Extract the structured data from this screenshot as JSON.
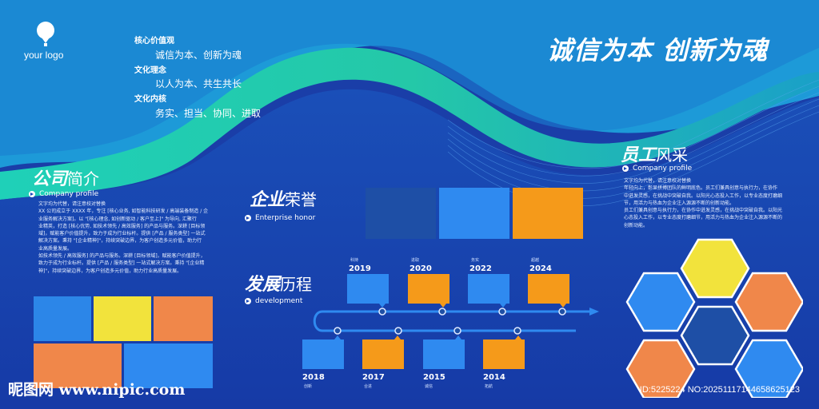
{
  "logo": {
    "text": "your logo"
  },
  "values": [
    {
      "heading": "核心价值观",
      "text": "诚信为本、创新为魂"
    },
    {
      "heading": "文化理念",
      "text": "以人为本、共生共长"
    },
    {
      "heading": "文化内核",
      "text": "务实、担当、协同、进取"
    }
  ],
  "slogan": "诚信为本 创新为魂",
  "profile": {
    "title_art": "公司",
    "title_plain": "简介",
    "subtitle": "Company profile",
    "lines": [
      "文字均为代替，请注意校对替换",
      "XX 公司成立于 XXXX 年，专注 [核心业务, 如智能科技研发 / 高端装备制造 / 企",
      "业服务解决方案]。以 \"[核心理念, 如创新驱动 / 客户至上]\" 为导向, 汇聚行",
      "业精英，打造 [核心优势, 如技术领先 / 高效服务] 的产品与服务。深耕 [目标领",
      "域]，赋能客户价值提升，致力于成为行业标杆。提供 [产品 / 服务类型] 一站式",
      "解决方案。秉持 \"[企业精神]\"，持续突破边界，为客户创造多元价值，助力行",
      "业高质量发展。",
      "如技术领先 / 高效服务] 的产品与服务。深耕 [目标领域]，赋能客户价值提升，",
      "致力于成为行业标杆。提供 [产品 / 服务类型] 一站式解决方案。秉持 \"[企业精",
      "神]\"，持续突破边界，为客户创造多元价值，助力行业高质量发展。"
    ]
  },
  "honor": {
    "title_art": "企业",
    "title_plain": "荣誉",
    "subtitle": "Enterprise honor"
  },
  "development": {
    "title_art": "发展",
    "title_plain": "历程",
    "subtitle": "development",
    "top": [
      {
        "year": "2019",
        "tag": "科持"
      },
      {
        "year": "2020",
        "tag": "进取"
      },
      {
        "year": "2022",
        "tag": "务实"
      },
      {
        "year": "2024",
        "tag": "超越"
      }
    ],
    "bottom": [
      {
        "year": "2018",
        "tag": "创新"
      },
      {
        "year": "2017",
        "tag": "合进"
      },
      {
        "year": "2015",
        "tag": "诚信"
      },
      {
        "year": "2014",
        "tag": "拓航"
      }
    ]
  },
  "staff": {
    "title_art": "员工",
    "title_plain": "风采",
    "subtitle": "Company profile",
    "lines": [
      "文字均为代替，请注意校对替换",
      "年轻向上，彰显拼搏团队的鲜明底色。员工们兼具创意与执行力，在协作",
      "中迸发灵感，在挑战中突破自我。以阳光心态投入工作，以专业态度打磨细",
      "节，用活力与热血为企业注入源源不断的创新动能。",
      "员工们兼具创意与执行力，在协作中迸发灵感，在挑战中突破自我。以阳光",
      "心态投入工作，以专业态度打磨细节，用活力与热血为企业注入源源不断的",
      "创新动能。"
    ]
  },
  "watermark": {
    "left": "昵图网 www.nipic.com",
    "right": "ID:5225224 NO:20251117144658625123"
  }
}
